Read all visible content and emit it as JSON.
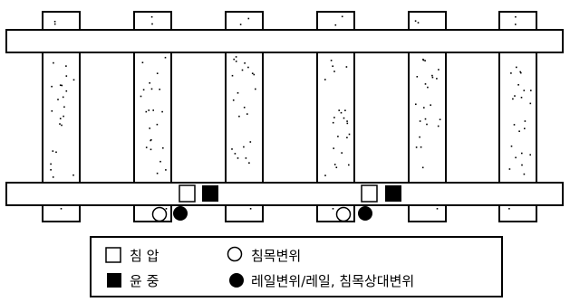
{
  "legend": {
    "items": [
      {
        "symbol": "open-square",
        "label": "침 압"
      },
      {
        "symbol": "filled-square",
        "label": "윤 중"
      },
      {
        "symbol": "open-circle",
        "label": "침목변위"
      },
      {
        "symbol": "filled-circle",
        "label": "레일변위/레일, 침목상대변위"
      }
    ]
  }
}
